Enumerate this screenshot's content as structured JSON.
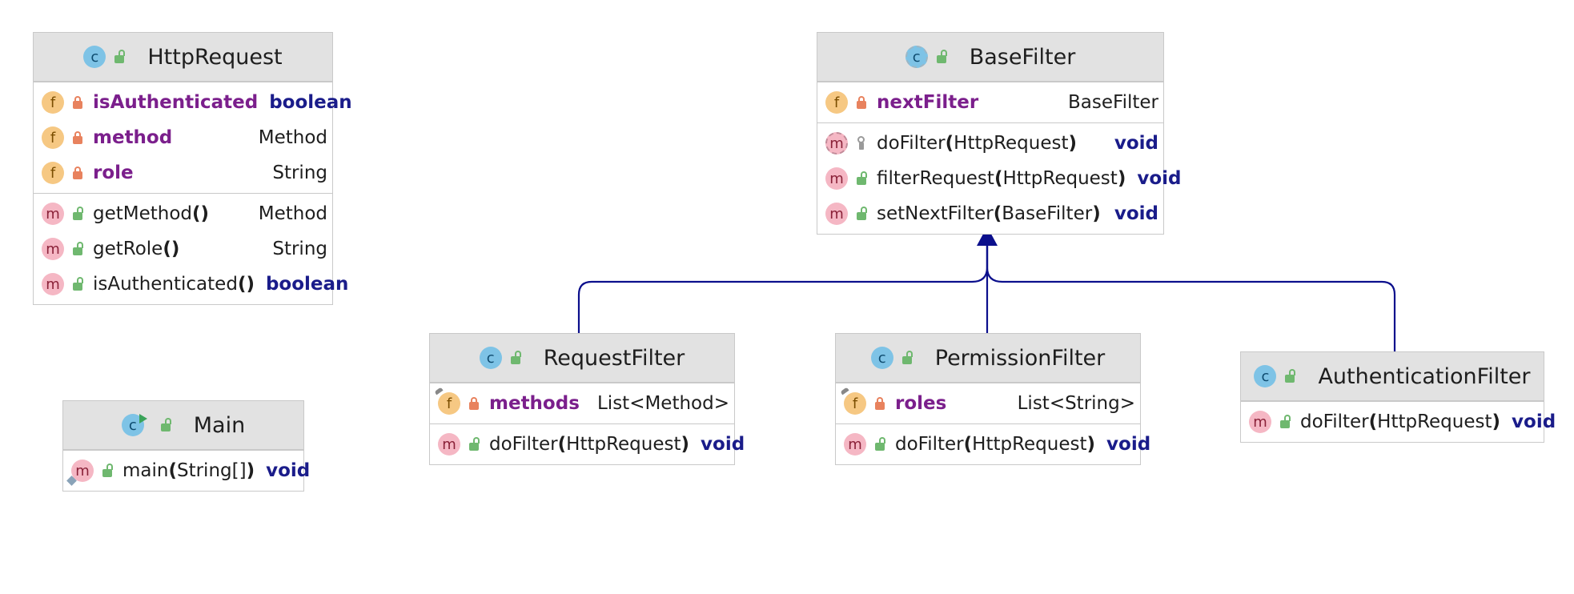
{
  "classes": {
    "http_request": {
      "name": "HttpRequest",
      "fields": [
        {
          "name": "isAuthenticated",
          "type": "boolean"
        },
        {
          "name": "method",
          "type": "Method"
        },
        {
          "name": "role",
          "type": "String"
        }
      ],
      "methods": [
        {
          "name": "getMethod",
          "params": "",
          "type": "Method"
        },
        {
          "name": "getRole",
          "params": "",
          "type": "String"
        },
        {
          "name": "isAuthenticated",
          "params": "",
          "type": "boolean"
        }
      ]
    },
    "base_filter": {
      "name": "BaseFilter",
      "fields": [
        {
          "name": "nextFilter",
          "type": "BaseFilter"
        }
      ],
      "methods": [
        {
          "name": "doFilter",
          "params": "HttpRequest",
          "type": "void"
        },
        {
          "name": "filterRequest",
          "params": "HttpRequest",
          "type": "void"
        },
        {
          "name": "setNextFilter",
          "params": "BaseFilter",
          "type": "void"
        }
      ]
    },
    "main": {
      "name": "Main",
      "methods": [
        {
          "name": "main",
          "params": "String[]",
          "type": "void"
        }
      ]
    },
    "request_filter": {
      "name": "RequestFilter",
      "fields": [
        {
          "name": "methods",
          "type": "List<Method>"
        }
      ],
      "methods": [
        {
          "name": "doFilter",
          "params": "HttpRequest",
          "type": "void"
        }
      ]
    },
    "permission_filter": {
      "name": "PermissionFilter",
      "fields": [
        {
          "name": "roles",
          "type": "List<String>"
        }
      ],
      "methods": [
        {
          "name": "doFilter",
          "params": "HttpRequest",
          "type": "void"
        }
      ]
    },
    "authentication_filter": {
      "name": "AuthenticationFilter",
      "methods": [
        {
          "name": "doFilter",
          "params": "HttpRequest",
          "type": "void"
        }
      ]
    }
  },
  "icons": {
    "class": "c",
    "field": "f",
    "method": "m"
  },
  "colors": {
    "arrow": "#0b0f8c",
    "field_name": "#7b1f8c",
    "keyword": "#1a1c8a",
    "header_bg": "#e2e2e2"
  }
}
